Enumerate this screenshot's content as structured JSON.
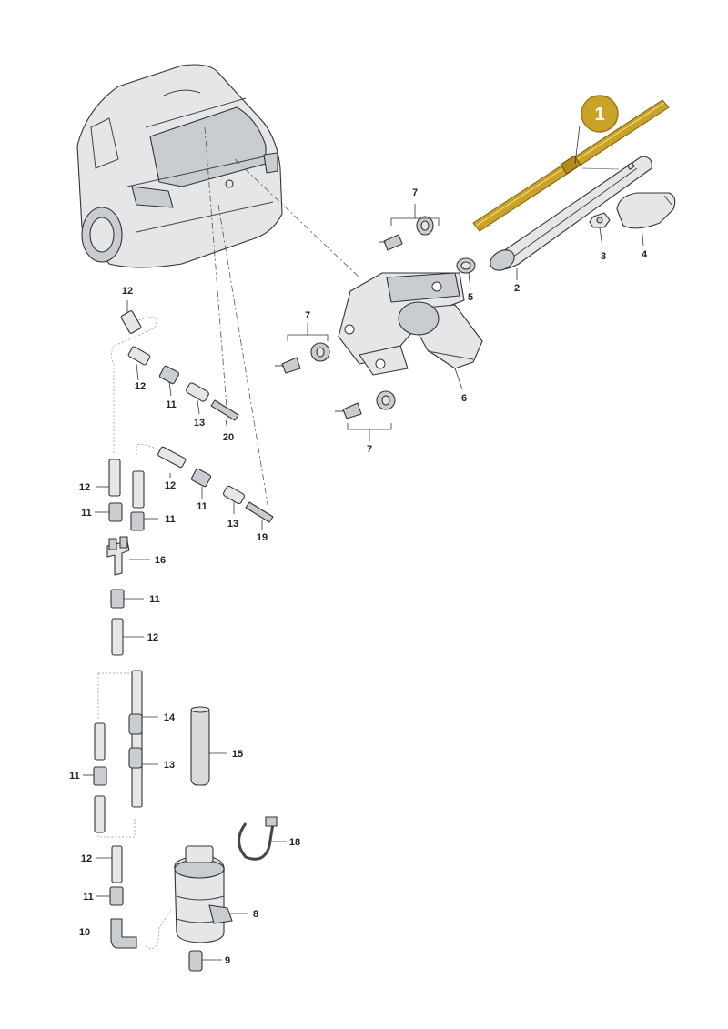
{
  "diagram": {
    "highlight_color": "#c9a227",
    "callouts": [
      {
        "id": "c1",
        "number": "1"
      },
      {
        "id": "c2",
        "number": "2"
      },
      {
        "id": "c3",
        "number": "3"
      },
      {
        "id": "c4",
        "number": "4"
      },
      {
        "id": "c5",
        "number": "5"
      },
      {
        "id": "c6",
        "number": "6"
      },
      {
        "id": "c7a",
        "number": "7"
      },
      {
        "id": "c7b",
        "number": "7"
      },
      {
        "id": "c7c",
        "number": "7"
      },
      {
        "id": "c12a",
        "number": "12"
      },
      {
        "id": "c12b",
        "number": "12"
      },
      {
        "id": "c11a",
        "number": "11"
      },
      {
        "id": "c13a",
        "number": "13"
      },
      {
        "id": "c20",
        "number": "20"
      },
      {
        "id": "c12c",
        "number": "12"
      },
      {
        "id": "c11b",
        "number": "11"
      },
      {
        "id": "c12d",
        "number": "12"
      },
      {
        "id": "c11c",
        "number": "11"
      },
      {
        "id": "c11d",
        "number": "11"
      },
      {
        "id": "c13b",
        "number": "13"
      },
      {
        "id": "c19",
        "number": "19"
      },
      {
        "id": "c16",
        "number": "16"
      },
      {
        "id": "c11e",
        "number": "11"
      },
      {
        "id": "c12e",
        "number": "12"
      },
      {
        "id": "c14",
        "number": "14"
      },
      {
        "id": "c15",
        "number": "15"
      },
      {
        "id": "c13c",
        "number": "13"
      },
      {
        "id": "c11f",
        "number": "11"
      },
      {
        "id": "c18",
        "number": "18"
      },
      {
        "id": "c12f",
        "number": "12"
      },
      {
        "id": "c8",
        "number": "8"
      },
      {
        "id": "c11g",
        "number": "11"
      },
      {
        "id": "c10",
        "number": "10"
      },
      {
        "id": "c9",
        "number": "9"
      }
    ]
  }
}
